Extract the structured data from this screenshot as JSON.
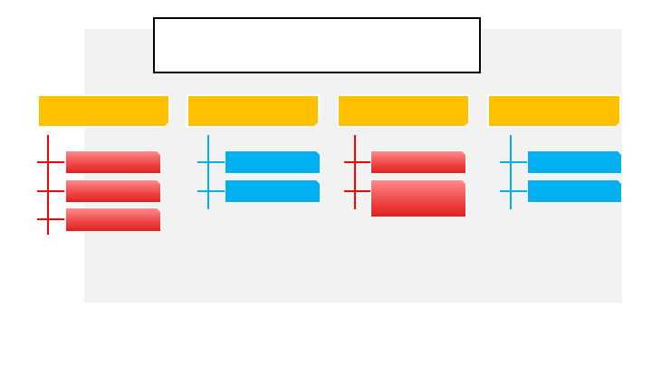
{
  "diagram": {
    "title": "",
    "colors": {
      "background_panel": "#f2f2f2",
      "header": "#ffc000",
      "red_branch": "#e02020",
      "blue_branch": "#00b0f0"
    },
    "columns": [
      {
        "header": "",
        "color": "red",
        "items": [
          {
            "label": ""
          },
          {
            "label": ""
          },
          {
            "label": ""
          }
        ]
      },
      {
        "header": "",
        "color": "blue",
        "items": [
          {
            "label": ""
          },
          {
            "label": ""
          }
        ]
      },
      {
        "header": "",
        "color": "red",
        "items": [
          {
            "label": ""
          },
          {
            "label": ""
          }
        ]
      },
      {
        "header": "",
        "color": "blue",
        "items": [
          {
            "label": ""
          },
          {
            "label": ""
          }
        ]
      }
    ]
  }
}
